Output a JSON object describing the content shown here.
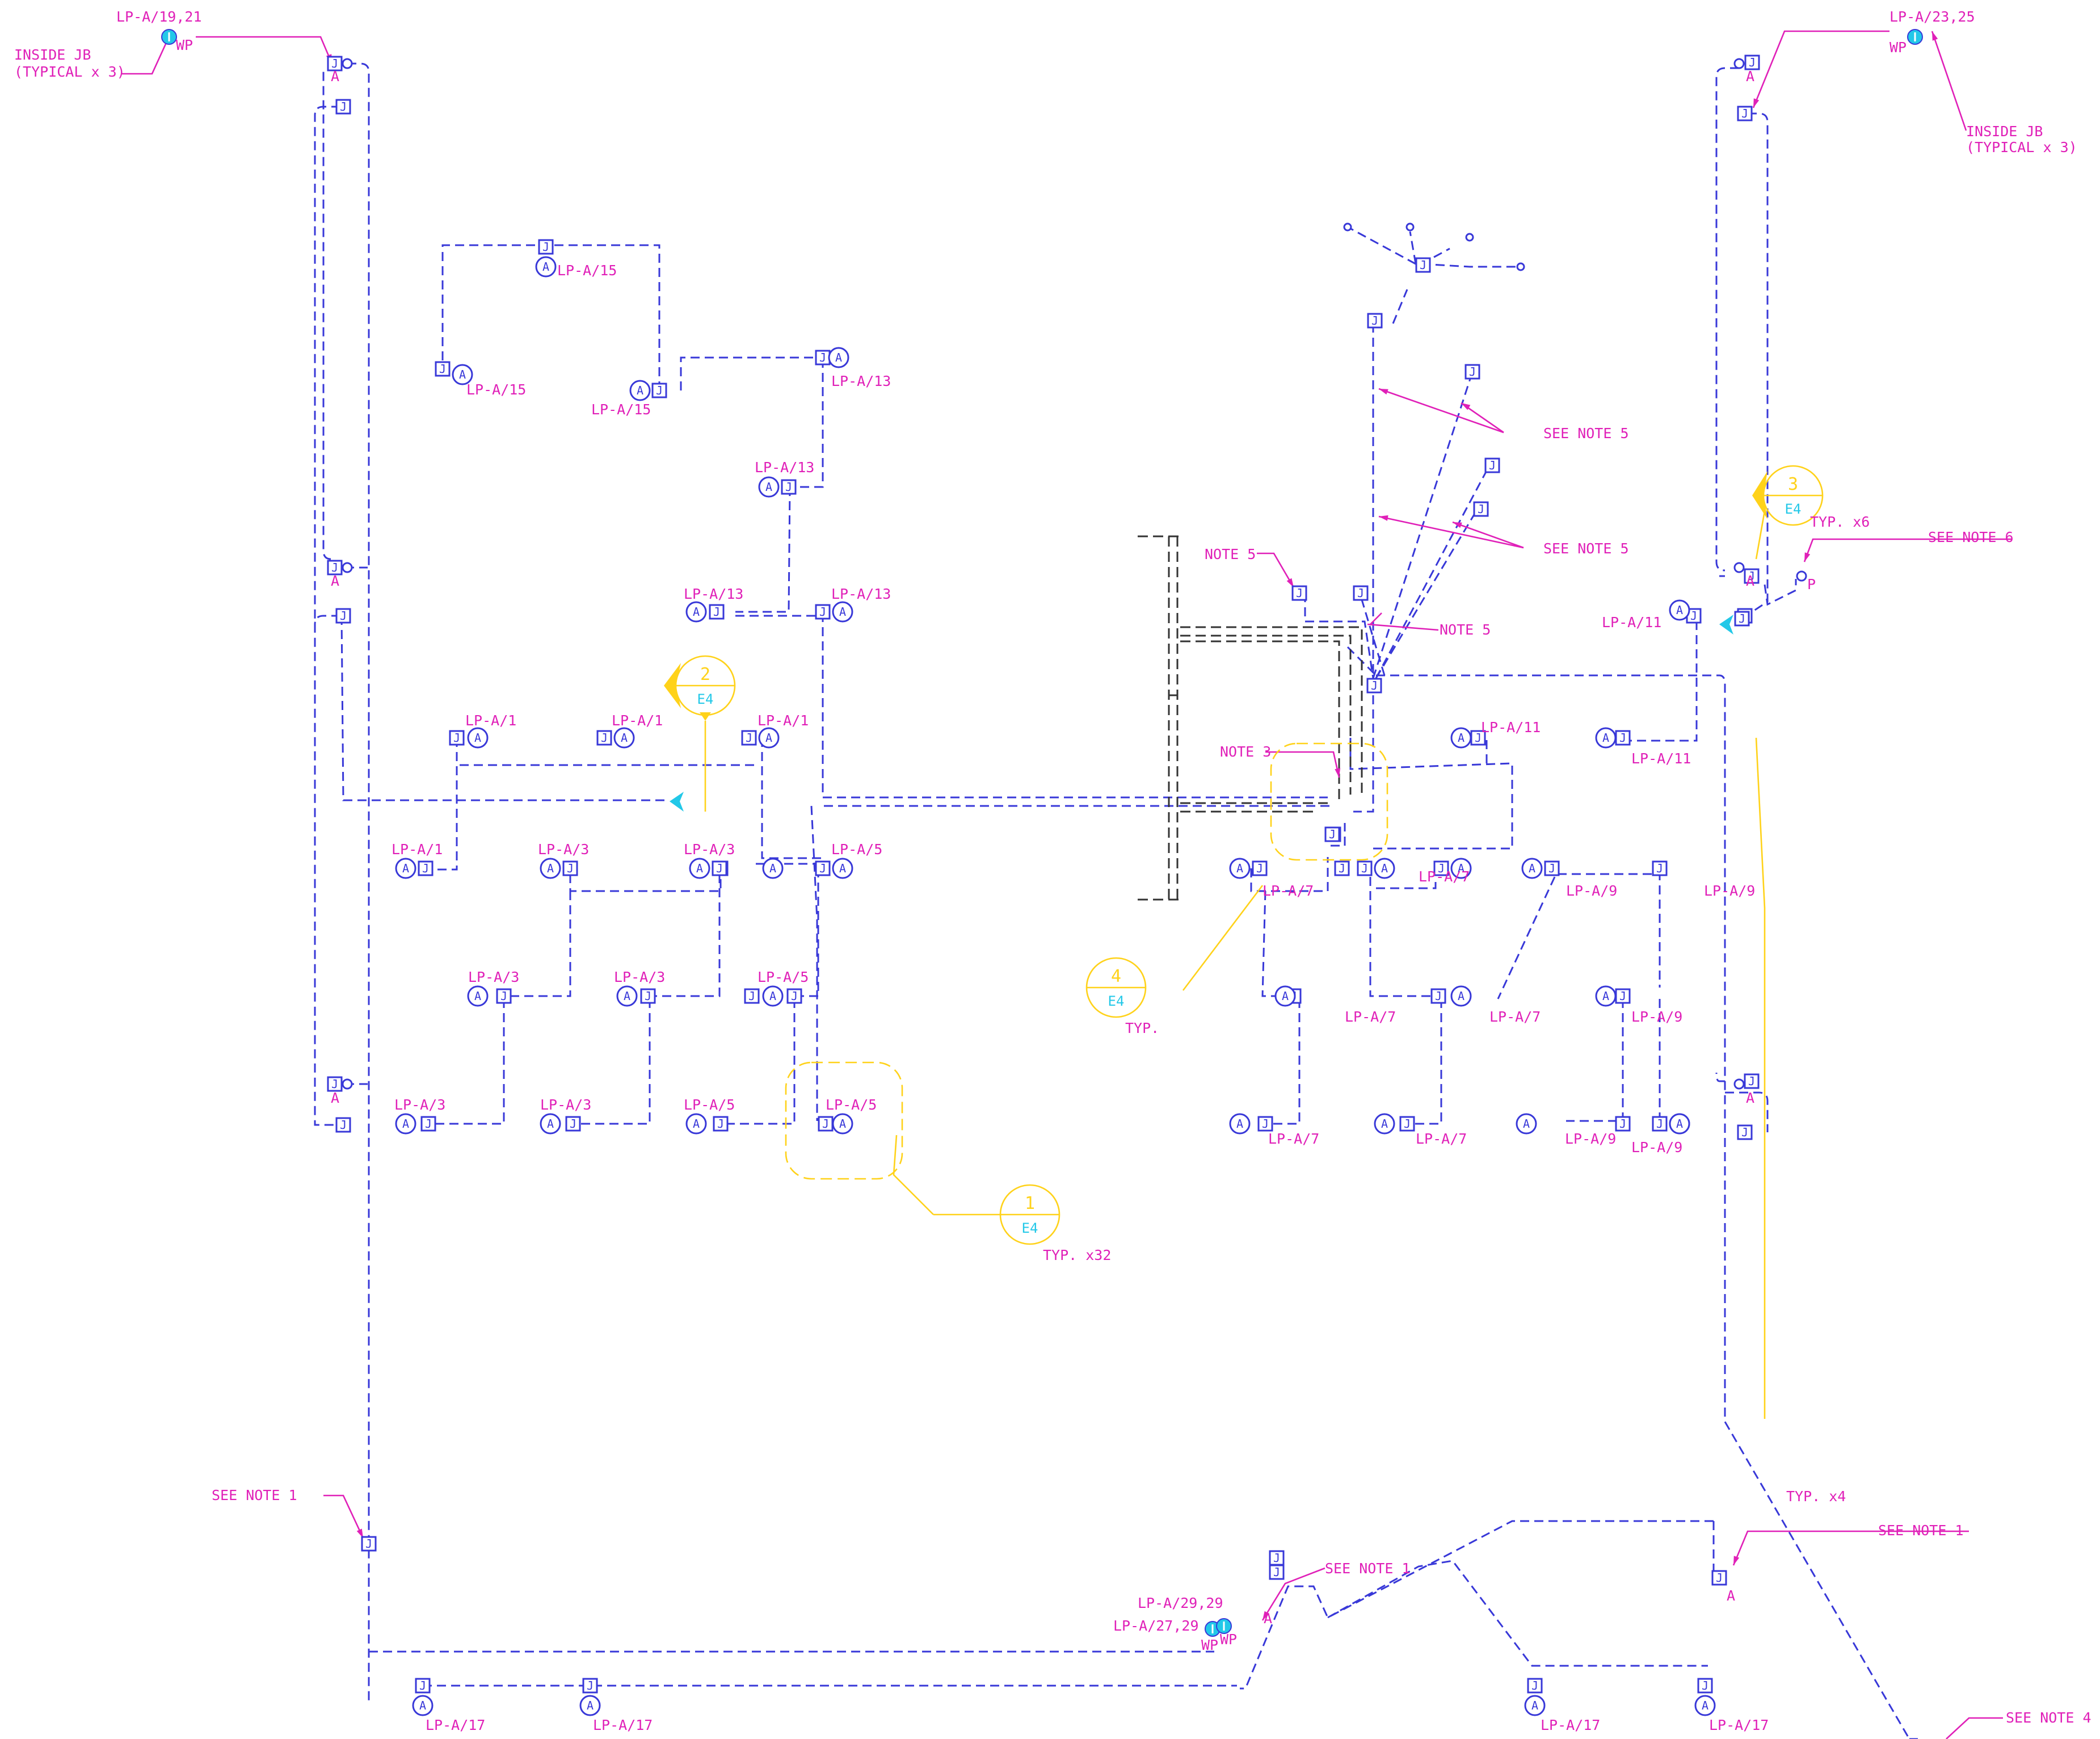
{
  "colors": {
    "background": "#ffffff",
    "wiring": "#3838d8",
    "labels": "#e020b8",
    "callouts": "#ffd21a",
    "accent": "#22c8e8",
    "structure": "#333333"
  },
  "device_glyphs": {
    "junction_box": "J",
    "fixture": "A"
  },
  "labels": {
    "lpa_19_21": "LP-A/19,21",
    "wp_tl": "WP",
    "inside_jb_1": "INSIDE JB",
    "typical_x3_1": "(TYPICAL x 3)",
    "lpa_23_25": "LP-A/23,25",
    "wp_tr": "WP",
    "inside_jb_2": "INSIDE JB",
    "typical_x3_2": "(TYPICAL x 3)",
    "lpa_15_top": "LP-A/15",
    "lpa_15_left": "LP-A/15",
    "lpa_15_mid": "LP-A/15",
    "lpa_13_a": "LP-A/13",
    "lpa_13_b": "LP-A/13",
    "lpa_13_c": "LP-A/13",
    "lpa_13_d": "LP-A/13",
    "lpa_1_a": "LP-A/1",
    "lpa_1_b": "LP-A/1",
    "lpa_1_c": "LP-A/1",
    "lpa_1_d": "LP-A/1",
    "lpa_3_a": "LP-A/3",
    "lpa_3_b": "LP-A/3",
    "lpa_3_c": "LP-A/3",
    "lpa_3_d": "LP-A/3",
    "lpa_3_e": "LP-A/3",
    "lpa_3_f": "LP-A/3",
    "lpa_5_a": "LP-A/5",
    "lpa_5_b": "LP-A/5",
    "lpa_5_c": "LP-A/5",
    "lpa_5_d": "LP-A/5",
    "lpa_7_a": "LP-A/7",
    "lpa_7_b": "LP-A/7",
    "lpa_7_c": "LP-A/7",
    "lpa_7_d": "LP-A/7",
    "lpa_7_e": "LP-A/7",
    "lpa_7_f": "LP-A/7",
    "lpa_9_a": "LP-A/9",
    "lpa_9_b": "LP-A/9",
    "lpa_9_c": "LP-A/9",
    "lpa_9_d": "LP-A/9",
    "lpa_9_e": "LP-A/9",
    "lpa_11_a": "LP-A/11",
    "lpa_11_b": "LP-A/11",
    "lpa_11_c": "LP-A/11",
    "lpa_17_a": "LP-A/17",
    "lpa_17_b": "LP-A/17",
    "lpa_17_c": "LP-A/17",
    "lpa_17_d": "LP-A/17",
    "lpa_29_29": "LP-A/29,29",
    "lpa_27_29": "LP-A/27,29",
    "wp_bottom_a": "WP",
    "wp_bottom_b": "WP",
    "see_note_5_a": "SEE NOTE 5",
    "see_note_5_b": "SEE NOTE 5",
    "note_5_a": "NOTE 5",
    "note_5_b": "NOTE 5",
    "note_3": "NOTE 3",
    "see_note_6": "SEE NOTE 6",
    "typ_x6": "TYP. x6",
    "p_mark": "P",
    "see_note_1_left": "SEE NOTE 1",
    "see_note_1_mid": "SEE NOTE 1",
    "see_note_1_right": "SEE NOTE 1",
    "see_note_4": "SEE NOTE 4",
    "typ_x4": "TYP. x4",
    "typ_x32": "TYP. x32",
    "typ": "TYP.",
    "a_mark_1": "A",
    "a_mark_2": "A",
    "a_mark_3": "A",
    "a_mark_4": "A",
    "a_mark_5": "A",
    "a_mark_6": "A",
    "a_mark_7": "A",
    "a_mark_8": "A"
  },
  "callouts": [
    {
      "number": "1",
      "sheet": "E4"
    },
    {
      "number": "2",
      "sheet": "E4"
    },
    {
      "number": "3",
      "sheet": "E4"
    },
    {
      "number": "4",
      "sheet": "E4"
    }
  ]
}
